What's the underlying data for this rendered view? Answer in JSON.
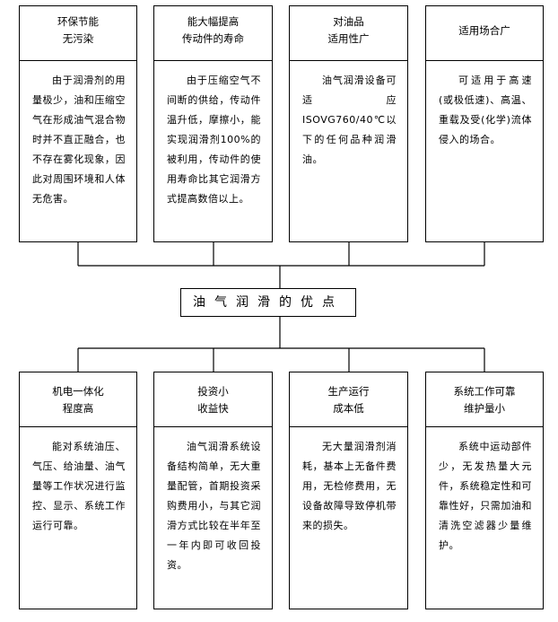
{
  "center_title": "油气润滑的优点",
  "top_boxes": [
    {
      "title_lines": [
        "环保节能",
        "无污染"
      ],
      "body": "由于润滑剂的用量极少，油和压缩空气在形成油气混合物时并不直正融合，也不存在雾化现象，因此对周围环境和人体无危害。"
    },
    {
      "title_lines": [
        "能大幅提高",
        "传动件的寿命"
      ],
      "body": "由于压缩空气不间断的供给，传动件温升低，摩擦小，能实现润滑剂100%的被利用，传动件的使用寿命比其它润滑方式提高数倍以上。"
    },
    {
      "title_lines": [
        "对油品",
        "适用性广"
      ],
      "body": "油气润滑设备可适应ISOVG760/40℃以下的任何品种润滑油。"
    },
    {
      "title_lines": [
        "适用场合广"
      ],
      "body": "可适用于高速(或极低速)、高温、重载及受(化学)流体侵入的场合。"
    }
  ],
  "bottom_boxes": [
    {
      "title_lines": [
        "机电一体化",
        "程度高"
      ],
      "body": "能对系统油压、气压、给油量、油气量等工作状况进行监控、显示、系统工作运行可靠。"
    },
    {
      "title_lines": [
        "投资小",
        "收益快"
      ],
      "body": "油气润滑系统设备结构简单，无大重量配管，首期投资采购费用小，与其它润滑方式比较在半年至一年内即可收回投资。"
    },
    {
      "title_lines": [
        "生产运行",
        "成本低"
      ],
      "body": "无大量润滑剂消耗，基本上无备件费用，无检修费用，无设备故障导致停机带来的损失。"
    },
    {
      "title_lines": [
        "系统工作可靠",
        "维护量小"
      ],
      "body": "系统中运动部件少，无发热量大元件，系统稳定性和可靠性好，只需加油和清洗空滤器少量维护。"
    }
  ]
}
